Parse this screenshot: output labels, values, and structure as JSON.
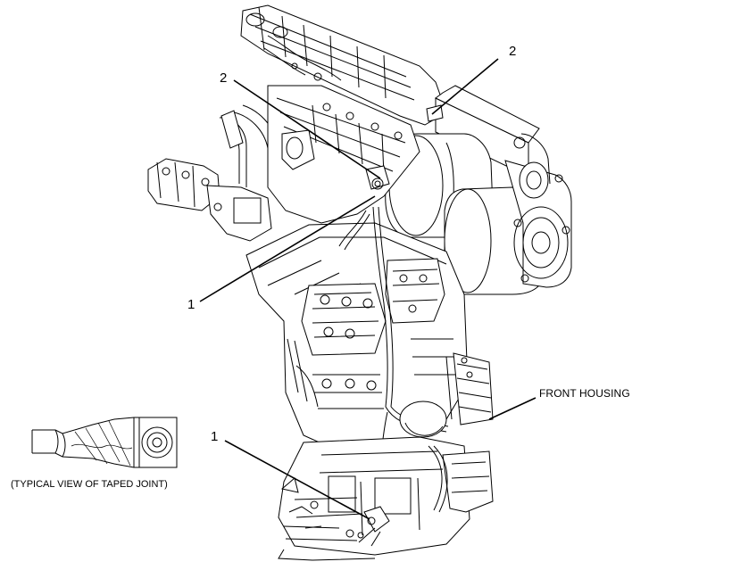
{
  "diagram": {
    "callouts": {
      "upper_left": "2",
      "upper_right": "2",
      "middle_left": "1",
      "lower_left": "1"
    },
    "front_housing_label": "FRONT HOUSING",
    "inset_caption": "(TYPICAL VIEW OF TAPED JOINT)"
  }
}
